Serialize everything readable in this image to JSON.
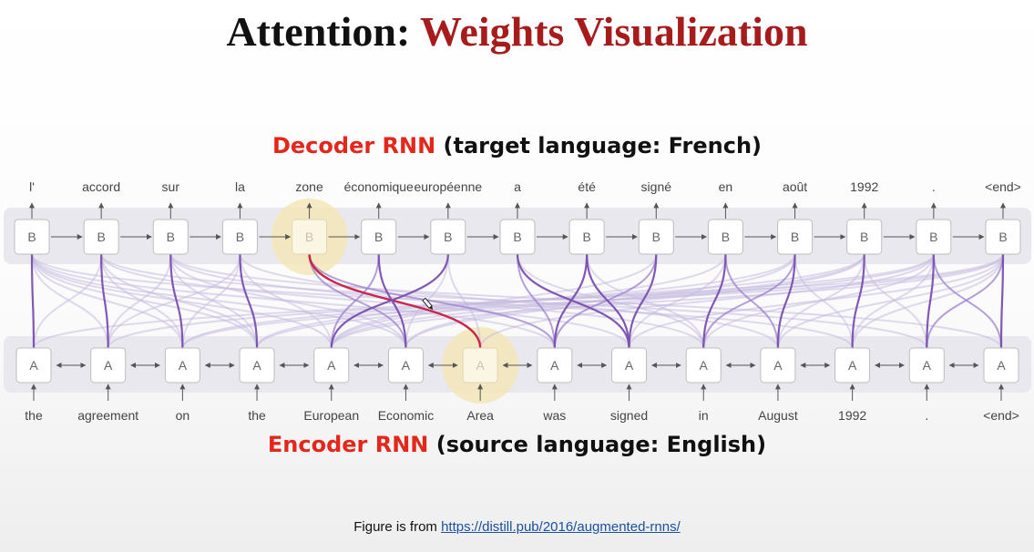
{
  "title": {
    "part1": "Attention:",
    "part2": "Weights Visualization"
  },
  "decoder_label": {
    "highlight": "Decoder RNN",
    "rest": "(target language: French)"
  },
  "encoder_label": {
    "highlight": "Encoder RNN",
    "rest": "(source language: English)"
  },
  "decoder": {
    "cell_letter": "B",
    "words": [
      "l'",
      "accord",
      "sur",
      "la",
      "zone",
      "économique",
      "européenne",
      "a",
      "été",
      "signé",
      "en",
      "août",
      "1992",
      ".",
      "<end>"
    ],
    "highlighted_index": 4
  },
  "encoder": {
    "cell_letter": "A",
    "words": [
      "the",
      "agreement",
      "on",
      "the",
      "European",
      "Economic",
      "Area",
      "was",
      "signed",
      "in",
      "August",
      "1992",
      ".",
      "<end>"
    ],
    "highlighted_index": 6
  },
  "attention": {
    "strong": [
      [
        0,
        0
      ],
      [
        1,
        1
      ],
      [
        2,
        2
      ],
      [
        3,
        3
      ],
      [
        4,
        6
      ],
      [
        5,
        5
      ],
      [
        6,
        4
      ],
      [
        7,
        8
      ],
      [
        8,
        7
      ],
      [
        8,
        8
      ],
      [
        9,
        8
      ],
      [
        10,
        9
      ],
      [
        11,
        10
      ],
      [
        12,
        11
      ],
      [
        13,
        12
      ],
      [
        14,
        13
      ]
    ],
    "medium": [
      [
        4,
        5
      ],
      [
        5,
        4
      ],
      [
        7,
        7
      ],
      [
        9,
        7
      ],
      [
        10,
        10
      ],
      [
        11,
        9
      ],
      [
        13,
        13
      ],
      [
        14,
        12
      ],
      [
        4,
        7
      ]
    ],
    "faint": [
      [
        0,
        1
      ],
      [
        0,
        2
      ],
      [
        0,
        3
      ],
      [
        0,
        4
      ],
      [
        0,
        5
      ],
      [
        1,
        0
      ],
      [
        1,
        2
      ],
      [
        1,
        3
      ],
      [
        2,
        1
      ],
      [
        2,
        3
      ],
      [
        2,
        5
      ],
      [
        3,
        1
      ],
      [
        3,
        2
      ],
      [
        3,
        4
      ],
      [
        6,
        5
      ],
      [
        6,
        6
      ],
      [
        7,
        9
      ],
      [
        8,
        9
      ],
      [
        10,
        8
      ],
      [
        11,
        11
      ],
      [
        12,
        12
      ],
      [
        12,
        10
      ],
      [
        13,
        11
      ],
      [
        14,
        11
      ],
      [
        14,
        10
      ],
      [
        13,
        9
      ],
      [
        14,
        8
      ],
      [
        13,
        6
      ],
      [
        12,
        5
      ],
      [
        0,
        7
      ],
      [
        1,
        8
      ],
      [
        2,
        9
      ],
      [
        14,
        2
      ],
      [
        13,
        3
      ],
      [
        14,
        4
      ],
      [
        12,
        2
      ],
      [
        11,
        3
      ],
      [
        12,
        4
      ],
      [
        11,
        5
      ],
      [
        10,
        4
      ],
      [
        9,
        4
      ],
      [
        14,
        0
      ],
      [
        13,
        1
      ],
      [
        2,
        13
      ],
      [
        1,
        12
      ],
      [
        0,
        11
      ],
      [
        3,
        10
      ]
    ]
  },
  "highlight_color": "#f3e6b8",
  "strong_color": "#7a4fb0",
  "focus_color": "#c8264a",
  "footer": {
    "text": "Figure is from",
    "link": "https://distill.pub/2016/augmented-rnns/"
  }
}
